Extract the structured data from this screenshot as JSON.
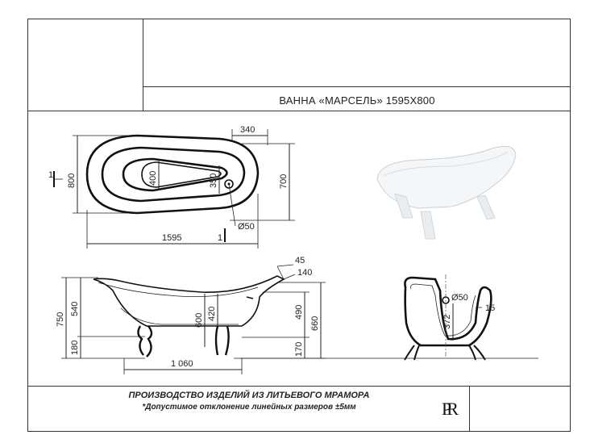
{
  "title": "ВАННА «МАРСЕЛЬ» 1595X800",
  "top_view": {
    "width_label": "1595",
    "height_label": "800",
    "inner_height_label": "400",
    "drain_depth_label": "350",
    "drain_offset_label": "340",
    "right_height_label": "700",
    "drain_diameter_label": "Ø50",
    "section_mark_left": "1",
    "section_mark_bottom": "1"
  },
  "side_view": {
    "total_height_label": "750",
    "rim_height_label": "540",
    "leg_height_label": "180",
    "front_height_label": "600",
    "inner_front_label": "420",
    "back_label": "490",
    "back_leg_label": "170",
    "right_total_label": "660",
    "angle_label": "45",
    "lip_label": "140",
    "leg_spacing_label": "1 060"
  },
  "end_view": {
    "drain_label": "Ø50",
    "wall_label": "15",
    "depth_label": "372"
  },
  "footer": {
    "line1": "ПРОИЗВОДСТВО ИЗДЕЛИЙ ИЗ ЛИТЬЕВОГО МРАМОРА",
    "line2": "*Допустимое отклонение линейных размеров ±5мм"
  },
  "logo": "PR"
}
